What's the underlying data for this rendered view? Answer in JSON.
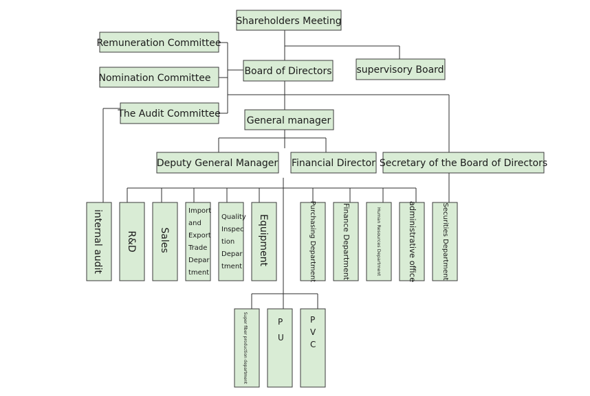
{
  "nodes": {
    "shareholders_meeting": "Shareholders Meeting",
    "remuneration_committee": "Remuneration Committee",
    "nomination_committee": "Nomination Committee",
    "board_of_directors": "Board of Directors",
    "supervisory_board": "supervisory Board",
    "audit_committee": "The Audit Committee",
    "general_manager": "General manager",
    "deputy_general_manager": "Deputy General Manager",
    "financial_director": "Financial Director",
    "board_secretary": "Secretary of the Board of Directors",
    "internal_audit": "internal audit",
    "rd": "R&D",
    "sales": "Sales",
    "import_export": "Import and Export Trade Department",
    "import_export_lines": [
      "Import",
      "and",
      "Export",
      "Trade",
      "Depar",
      "tment"
    ],
    "quality_inspection": "Quality Inspection Department",
    "quality_inspection_lines": [
      "Quality",
      "Inspec",
      "tion",
      "Depar",
      "tment"
    ],
    "equipment": "Equipment",
    "purchasing": "Purchasing Department",
    "finance": "Finance Department",
    "hr": "Human Resources Department",
    "admin_office": "administrative office",
    "securities": "Securities Department",
    "super_fiber": "Super fiber production department",
    "pu": "P U",
    "pu_lines": [
      "P",
      "U"
    ],
    "pvc": "P V C",
    "pvc_lines": [
      "P",
      "V",
      "C"
    ]
  }
}
